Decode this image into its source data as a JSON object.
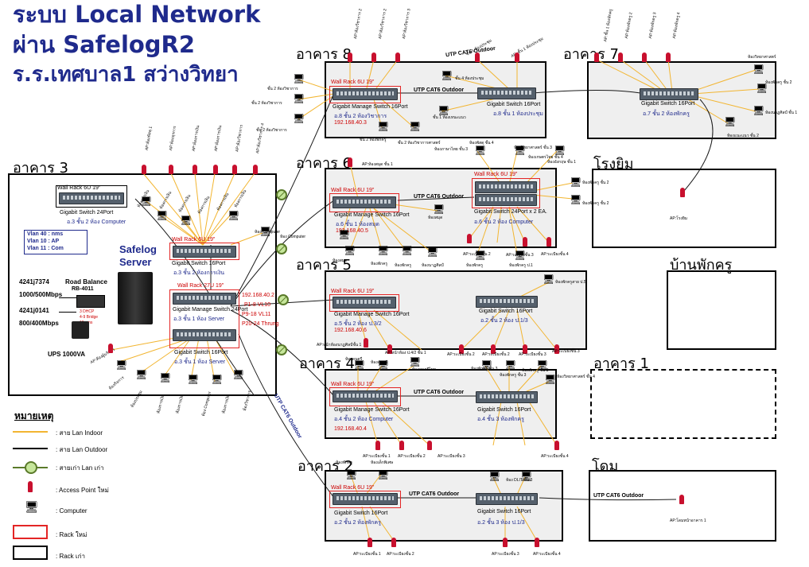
{
  "title": {
    "line1": "ระบบ Local Network",
    "line2": "ผ่าน SafelogR2",
    "line3": "ร.ร.เทศบาล1 สว่างวิทยา"
  },
  "buildings": {
    "b3": "อาคาร 3",
    "b8": "อาคาร 8",
    "b7": "อาคาร 7",
    "b6": "อาคาร 6",
    "gym": "โรงยิม",
    "b5": "อาคาร 5",
    "teacher_house": "บ้านพักครู",
    "b4": "อาคาร 4",
    "b1": "อาคาร 1",
    "b2": "อาคาร 2",
    "dome": "โดม"
  },
  "b3": {
    "rack1": "Wall Rack 6U 19\"",
    "sw24": "Gigabit Switch 24Port",
    "sw24_loc": "อ.3  ชั้น 2 ห้อง Computer",
    "vlan1": "Vlan 40 : nms",
    "vlan2": "Vlan 10 : AP",
    "vlan3": "Vlan 11 : Com",
    "safelog": "Safelog",
    "server": "Server",
    "rack2": "Wall Rack 6U 19\"",
    "sw16a": "Gigabit Switch 16Port",
    "sw16a_loc": "อ.3  ชั้น 2 ห้องการเงิน",
    "rack27": "Wall Rack 27U 19\"",
    "managesw": "Gigabit Manage Switch 24Port",
    "managesw_loc": "อ.3  ชั้น 1 ห้อง Server",
    "sw16b": "Gigabit Switch 16Port",
    "sw16b_loc": "อ.3  ชั้น 1 ห้อง  Server",
    "ip": "192.168.40.2",
    "p1": "P1-8 VL10",
    "p2": "P9-18 VL11",
    "p3": "P20-24 Thrung",
    "line1": "4241j7374",
    "line1_speed": "1000/500Mbps",
    "line2": "4241j0141",
    "line2_speed": "800/400Mbps",
    "rb": "Road Balance",
    "rb_model": "RB-4011",
    "ups": "UPS 1000VA",
    "rb_note1": "3 DHCP",
    "rb_note2": "4-9 Bridge",
    "rb_note3": "10 nms",
    "ap_labels": [
      "AP:ห้องพัสดุ 1",
      "AP:ห้องธุรการ",
      "AP:ห้องการเงิน",
      "AP:ห้องการเงิน",
      "AP:ห้องวิชาการ",
      "AP:ห้องวิชาการ 4"
    ],
    "room_labels": [
      "ห้องการเงิน",
      "ห้องการเงิน",
      "ห้องการเงิน",
      "ห้องการเงิน",
      "ห้องการเงิน",
      "ห้องการเงิน"
    ],
    "pc_labels": [
      "ห้อง Computer"
    ],
    "ap_low": [
      "AP:ห้องผู้บริหาร",
      "ห้องกิจการ",
      "ห้องประชุม"
    ],
    "room_low": [
      "ห้องการเงิน",
      "ห้องการเงิน",
      "ห้อง Computer",
      "ห้องการเงิน",
      "ห้องวิชาการ"
    ]
  },
  "b8": {
    "rack": "Wall Rack 6U 19\"",
    "cable": "UTP CAT6 Outdoor",
    "sw1": "Gigabit Manage Switch 16Port",
    "sw1_loc": "อ.8  ชั้น 2 ห้องวิชาการ",
    "ip": "192.168.40.3",
    "sw2": "Gigabit Switch 16Port",
    "sw2_loc": "อ.8  ชั้น 1 ห้องประชุม",
    "ap_top": [
      "AP:ห้องวิชาการ 2",
      "AP:ห้องวิชาการ 2",
      "AP:ห้องวิชาการ 3",
      "ชั้น 1 ห้องประชุม",
      "AP: ชั้น 1 ห้องประชุม"
    ],
    "pc_left": [
      "ชั้น 2 ห้องวิชาการ",
      "ชั้น 2 ห้องวิชาการ",
      "ชั้น 2 ห้องวิชาการ",
      "ชั้น 2 ห้องวิชาการ"
    ],
    "pc_bottom": [
      "ชั้น 2 ห้องพักครู",
      "ชั้น 2 ห้องวิชาการศาสตร์",
      "ชั้น 1 ห้องเหนะแนว"
    ],
    "pc_right": "ชั้น 4 ห้องประชุม"
  },
  "b7": {
    "sw": "Gigabit Switch 16Port",
    "sw_loc": "อ.7  ชั้น 2 ห้องพักครู",
    "ap_top": [
      "AP:ชั้น 1 ห้องพักครู",
      "AP:ห้องพักครู 2",
      "AP:ห้องพักครู 3",
      "AP:ห้องพักครู 4"
    ],
    "pcs": [
      "ห้องวิทยาศาสตร์",
      "ห้องพักครู ชั้น 2",
      "ห้องนาฏศิลป์ ชั้น 1",
      "ห้องแนะแนว ชั้น 2"
    ]
  },
  "gym": {
    "ap": "AP:โรงยิม"
  },
  "b6": {
    "rack1": "Wall Rack 6U 19\"",
    "rack2": "Wall Rack 6U 19\"",
    "cable": "UTP CAT6 Outdoor",
    "sw1": "Gigabit Manage Switch 16Port",
    "sw1_loc": "อ.6  ชั้น 1 ห้องสมุด",
    "ip": "192.168.40.5",
    "sw2": "Gigabit Switch 24Port x 2 EA.",
    "sw2_loc": "อ.6  ชั้น 2 ห้อง Computer",
    "ap_top": "AP:ห้องสมุด ชั้น 1",
    "pc_top": [
      "ห้องภาษาไทย ชั้น 3",
      "ห้องพัสดุ ชั้น 4",
      "ห้องวิทยาศาสตร์ ชั้น 3",
      "ห้องเกษตรไทย ชั้น 4",
      "ห้องอังกฤษ ชั้น 1"
    ],
    "pc_bottom": [
      "ห้องสมุด",
      "ห้องสมุด",
      "ห้องพักครู",
      "ห้องพักครู",
      "ห้องนาฏศิลป์",
      "ห้องพักครู",
      "ห้องพักครู ป.1"
    ],
    "pc_right": [
      "ห้องพักครู ชั้น 2",
      "ห้องพักครู ชั้น 2"
    ],
    "ap_bottom": [
      "AP:ระเบียงชั้น 2",
      "AP:ระเบียงชั้น 3",
      "AP:ระเบียงชั้น 4"
    ],
    "pc_left": "ห้อง Computer"
  },
  "b5": {
    "rack": "Wall Rack 6U 19\"",
    "sw1": "Gigabit Manage Switch 16Port",
    "sw1_loc": "อ.5  ชั้น 2 ห้อง ป.3/2",
    "ip": "192.168.40.6",
    "sw2": "Gigabit Switch 16Port",
    "sw2_loc": "อ.2  ชั้น 2 ห้อง ป.1/3",
    "pc_right": "ห้องพักครูสาย ป.5",
    "ap_bottom": [
      "AP:หน้าห้องนาฏศิลป์ชั้น 1",
      "AP:หน้าห้อง ป.4/2 ชั้น 1",
      "AP:ระเบียงชั้น 2",
      "AP:ระเบียงชั้น 2",
      "AP:ระเบียงชั้น 3",
      "AP:ระเบียงชั้น 3"
    ]
  },
  "b4": {
    "rack": "Wall Rack 6U 19\"",
    "cable": "UTP CAT6 Outdoor",
    "sw1": "Gigabit Manage Switch 16Port",
    "sw1_loc": "อ.4  ชั้น 2 ห้อง Computer",
    "ip": "192.168.40.4",
    "sw2": "Gigabit Switch 16Port",
    "sw2_loc": "อ.4  ชั้น 3 ห้องพักครู",
    "pc_top": [
      "ห้องดนตรี",
      "ห้องดนตรี",
      "ห้องดนตรีไทย",
      "ห้องพักครู ชั้น 3",
      "ห้องพักครู ชั้น 3",
      "ห้องพักครู ชั้น 3"
    ],
    "pc_right": "ห้องวิทยาศาสตร์ ชั้น 4",
    "ap_bottom": [
      "AP:ระเบียงชั้น 1",
      "AP:ระเบียงชั้น 2",
      "AP:ระเบียงชั้น 3",
      "AP:ระเบียงชั้น 4"
    ]
  },
  "b2": {
    "rack": "Wall Rack 6U 19\"",
    "cable": "UTP CAT6 Outdoor",
    "sw1": "Gigabit Switch 16Port",
    "sw1_loc": "อ.2  ชั้น 2 ห้องพักครู",
    "sw2": "Gigabit Switch 16Port",
    "sw2_loc": "อ.2  ชั้น 3 ห้อง ป.1/3",
    "pc_top": [
      "ห้องพักครู",
      "ห้องเด็กพิเศษ",
      "ห้อง DLIT ชั้น 3"
    ],
    "ap_bottom": [
      "AP:ระเบียงชั้น 1",
      "AP:ระเบียงชั้น 2",
      "AP:ระเบียงชั้น 3",
      "AP:ระเบียงชั้น 4"
    ]
  },
  "dome": {
    "cable": "UTP CAT6 Outdoor",
    "ap": "AP:โดมหน้าอาคาร 1"
  },
  "b3_cable": "UTP CAT6 Outdoor",
  "legend": {
    "title": "หมายเหตุ",
    "items": [
      ": สาย Lan Indoor",
      ": สาย Lan Outdoor",
      ": สายเก่า Lan เก่า",
      ": Access Point ใหม่",
      ": Computer",
      ": Rack ใหม่",
      ": Rack เก่า"
    ]
  },
  "colors": {
    "title": "#1f2a8c",
    "lan_indoor": "#f2b531",
    "rack_new": "#e32525",
    "ap_red": "#c8102e",
    "box_gray": "#efefef",
    "old_cable": "#5a7a2a"
  }
}
